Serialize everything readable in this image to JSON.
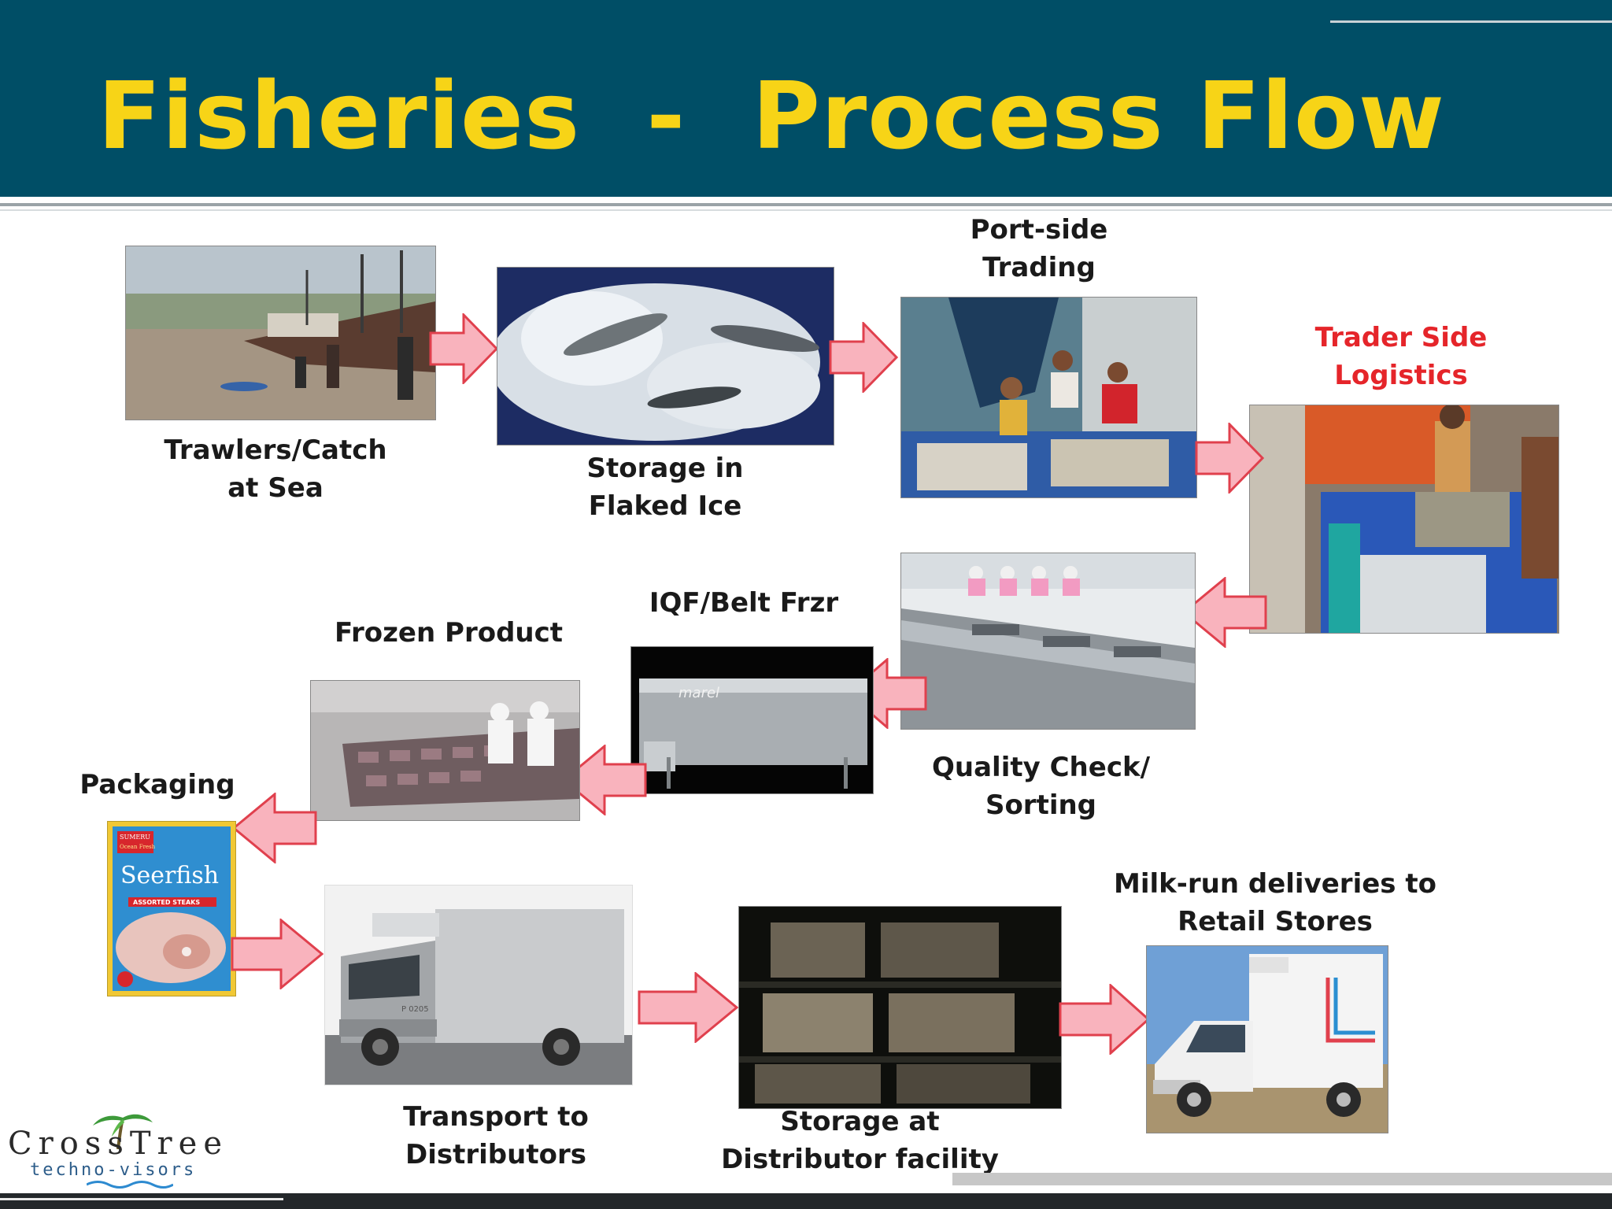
{
  "slide": {
    "title": "Fisheries  -  Process Flow"
  },
  "steps": {
    "trawlers": "Trawlers/Catch\nat Sea",
    "storage_ice": "Storage in\nFlaked Ice",
    "portside": "Port-side\nTrading",
    "trader_logistics": "Trader Side\nLogistics",
    "quality": "Quality Check/\nSorting",
    "iqf": "IQF/Belt Frzr",
    "frozen": "Frozen Product",
    "packaging": "Packaging",
    "transport": "Transport to\nDistributors",
    "storage_dist": "Storage at\nDistributor facility",
    "milkrun": "Milk-run deliveries to\nRetail Stores"
  },
  "photo_text": {
    "pack_brand": "SUMERU",
    "pack_line": "Ocean Fresh",
    "pack_product": "Seerfish",
    "pack_variant": "ASSORTED STEAKS",
    "freezer_brand": "marel",
    "truck_plate": "P 0205"
  },
  "logo": {
    "main": "CrossTree",
    "sub": "techno-visors"
  },
  "colors": {
    "header": "#004e66",
    "title": "#f7d417",
    "highlight_label": "#e5252a",
    "arrow_fill": "#f9b3bd",
    "arrow_stroke": "#e0404d"
  }
}
